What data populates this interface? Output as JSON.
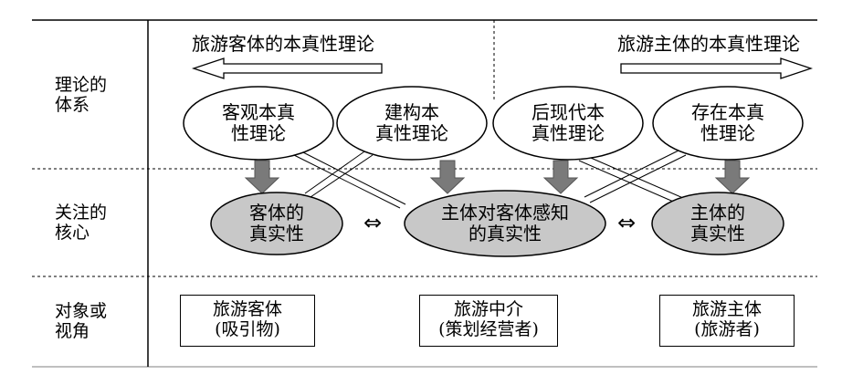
{
  "header": {
    "left_title": "旅游客体的本真性理论",
    "right_title": "旅游主体的本真性理论"
  },
  "rows": [
    {
      "label_line1": "理论的",
      "label_line2": "体系"
    },
    {
      "label_line1": "关注的",
      "label_line2": "核心"
    },
    {
      "label_line1": "对象或",
      "label_line2": "视角"
    }
  ],
  "theories": [
    {
      "line1": "客观本真",
      "line2": "性理论"
    },
    {
      "line1": "建构本",
      "line2": "真性理论"
    },
    {
      "line1": "后现代本",
      "line2": "真性理论"
    },
    {
      "line1": "存在本真",
      "line2": "性理论"
    }
  ],
  "cores": [
    {
      "line1": "客体的",
      "line2": "真实性"
    },
    {
      "line1": "主体对客体感知",
      "line2": "的真实性"
    },
    {
      "line1": "主体的",
      "line2": "真实性"
    }
  ],
  "core_relation_symbol": "⇔",
  "objects": [
    {
      "line1": "旅游客体",
      "line2": "(吸引物)"
    },
    {
      "line1": "旅游中介",
      "line2": "(策划经营者)"
    },
    {
      "line1": "旅游主体",
      "line2": "(旅游者)"
    }
  ],
  "colors": {
    "core_fill": "#c8c8c8",
    "arrow_fill": "#7a7a7a",
    "line": "#000000"
  }
}
